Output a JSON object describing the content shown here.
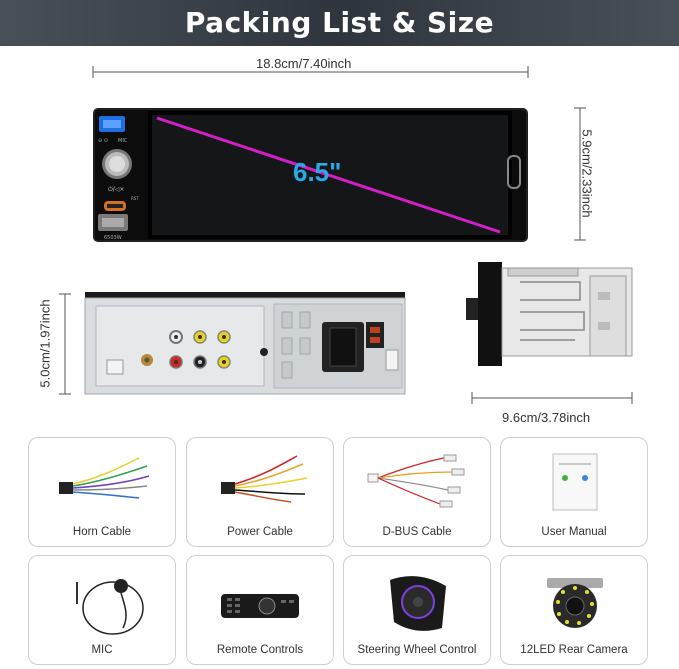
{
  "header": {
    "title": "Packing List & Size"
  },
  "dimensions": {
    "width_front": "18.8cm/7.40inch",
    "height_front": "5.9cm/2.33inch",
    "height_back": "5.0cm/1.97inch",
    "depth_side": "9.6cm/3.78inch"
  },
  "screen": {
    "size": "6.5\"",
    "accent": "#d020c8",
    "size_color": "#2aa8e8"
  },
  "device_labels": {
    "mic": "MIC",
    "rst": "RST",
    "usb_model": "6503W"
  },
  "accessories": [
    {
      "label": "Horn Cable",
      "icon": "horn-cable-icon"
    },
    {
      "label": "Power Cable",
      "icon": "power-cable-icon"
    },
    {
      "label": "D-BUS Cable",
      "icon": "dbus-cable-icon"
    },
    {
      "label": "User Manual",
      "icon": "user-manual-icon"
    },
    {
      "label": "MIC",
      "icon": "mic-icon"
    },
    {
      "label": "Remote Controls",
      "icon": "remote-control-icon"
    },
    {
      "label": "Steering Wheel Control",
      "icon": "steering-wheel-control-icon"
    },
    {
      "label": "12LED Rear Camera",
      "icon": "rear-camera-icon"
    }
  ]
}
